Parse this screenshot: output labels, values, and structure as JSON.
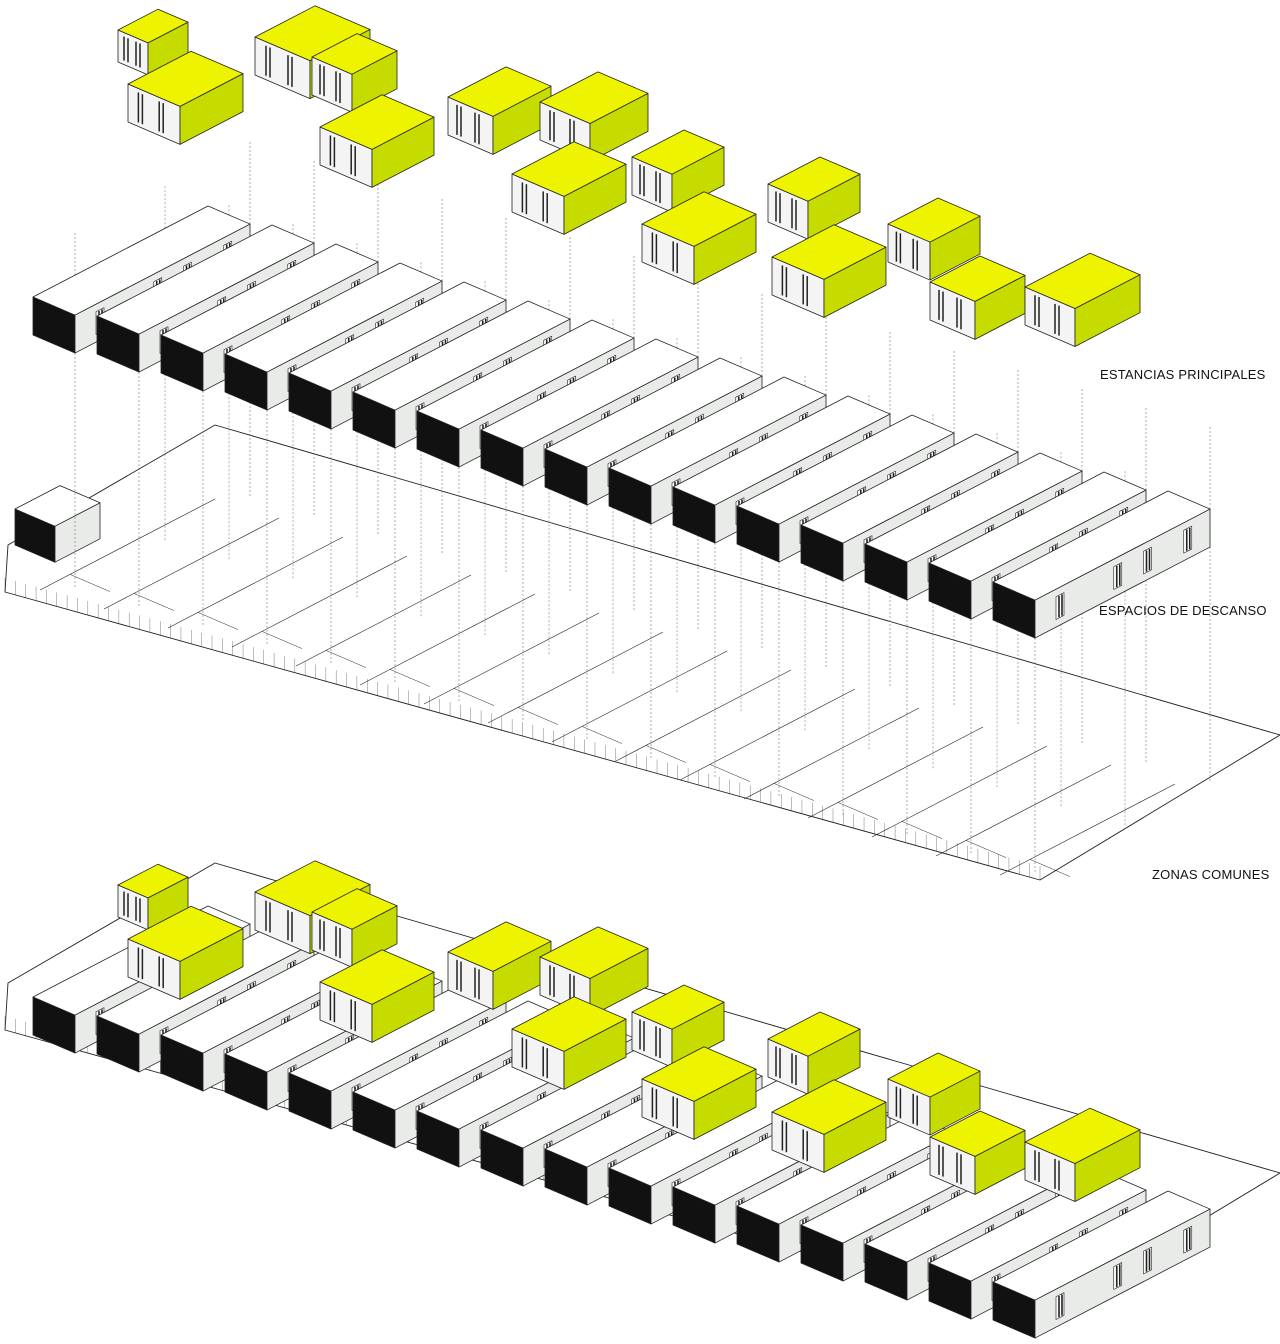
{
  "labels": {
    "principal": "ESTANCIAS PRINCIPALES",
    "rest": "ESPACIOS DE DESCANSO",
    "common": "ZONAS COMUNES"
  },
  "colors": {
    "yellow_top": "#eef400",
    "yellow_side": "#c6dc00",
    "bar_side": "#e8ebe8",
    "bar_end": "#111111",
    "line": "#222222"
  },
  "layers": [
    "principal",
    "rest",
    "common",
    "assembled"
  ],
  "bar_count": 16
}
